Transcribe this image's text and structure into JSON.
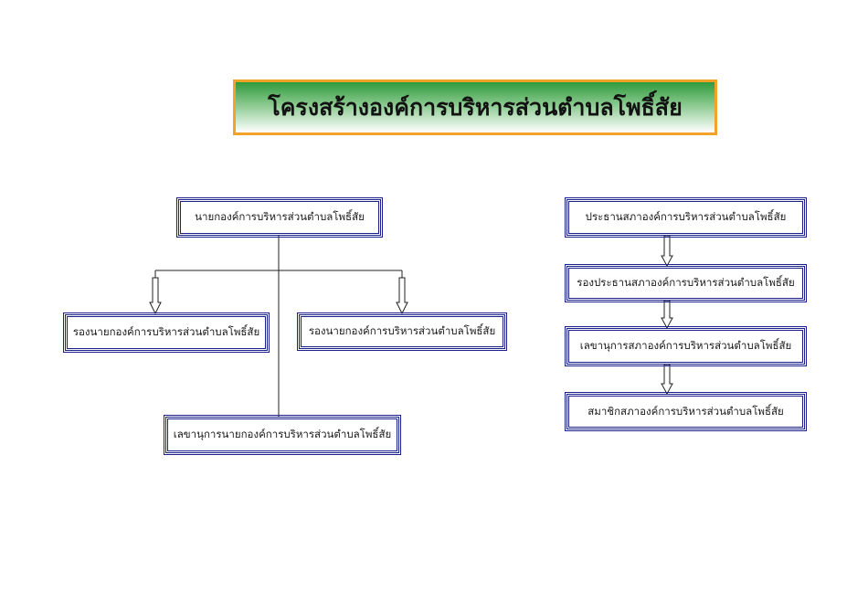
{
  "title": "โครงสร้างองค์การบริหารส่วนตำบลโพธิ์สัย",
  "executive": {
    "head": "นายกองค์การบริหารส่วนตำบลโพธิ์สัย",
    "deputy_left": "รองนายกองค์การบริหารส่วนตำบลโพธิ์สัย",
    "deputy_right": "รองนายกองค์การบริหารส่วนตำบลโพธิ์สัย",
    "secretary": "เลขานุการนายกองค์การบริหารส่วนตำบลโพธิ์สัย"
  },
  "council": {
    "president": "ประธานสภาองค์การบริหารส่วนตำบลโพธิ์สัย",
    "vice_president": "รองประธานสภาองค์การบริหารส่วนตำบลโพธิ์สัย",
    "secretary": "เลขานุการสภาองค์การบริหารส่วนตำบลโพธิ์สัย",
    "members": "สมาชิกสภาองค์การบริหารส่วนตำบลโพธิ์สัย"
  },
  "colors": {
    "title_border": "#f2a12a",
    "title_gradient_top": "#2f9a3c",
    "node_border": "#1b1f8a"
  }
}
